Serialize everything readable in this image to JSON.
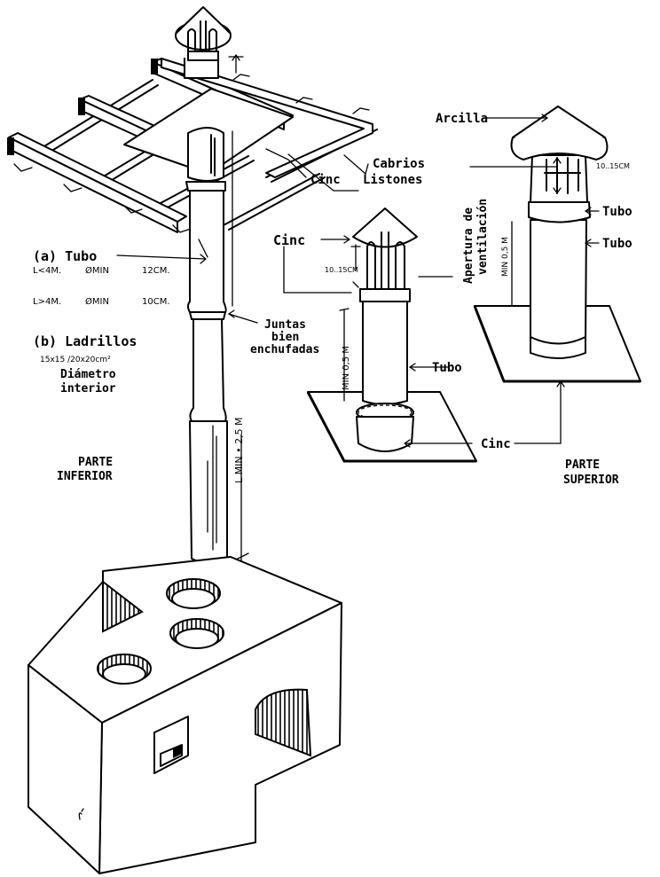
{
  "diagram": {
    "type": "technical illustration",
    "subject": "stove chimney installation",
    "ink_color": "#000000",
    "background_color": "#ffffff"
  },
  "labels": {
    "roof": {
      "cinc": "Cinc",
      "cabrios": "Cabrios",
      "listones": "Listones"
    },
    "tubo_spec": {
      "title": "(a) Tubo",
      "line1_length": "L<4M.",
      "line1_diam": "ØMIN",
      "line1_value": "12CM.",
      "line2_length": "L>4M.",
      "line2_diam": "ØMIN",
      "line2_value": "10CM."
    },
    "ladrillos_spec": {
      "title": "(b) Ladrillos",
      "size": "15x15 /20x20cm²",
      "desc_line1": "Diámetro",
      "desc_line2": "interior"
    },
    "juntas": {
      "line1": "Juntas",
      "line2": "bien",
      "line3": "enchufadas"
    },
    "min_length": "L MIN • 2,5 M",
    "parte_inferior": {
      "line1": "PARTE",
      "line2": "INFERIOR"
    },
    "middle_cap": {
      "cinc_top": "Cinc",
      "gap": "10..15CM",
      "min": "MIN 0,5 M",
      "tubo": "Tubo",
      "cinc_bottom": "Cinc"
    },
    "right_cap": {
      "arcilla": "Arcilla",
      "gap": "10..15CM",
      "apertura_line1": "Apertura de",
      "apertura_line2": "ventilación",
      "tubo_1": "Tubo",
      "tubo_2": "Tubo",
      "min": "MIN 0,5 M"
    },
    "parte_superior": {
      "line1": "PARTE",
      "line2": "SUPERIOR"
    }
  }
}
